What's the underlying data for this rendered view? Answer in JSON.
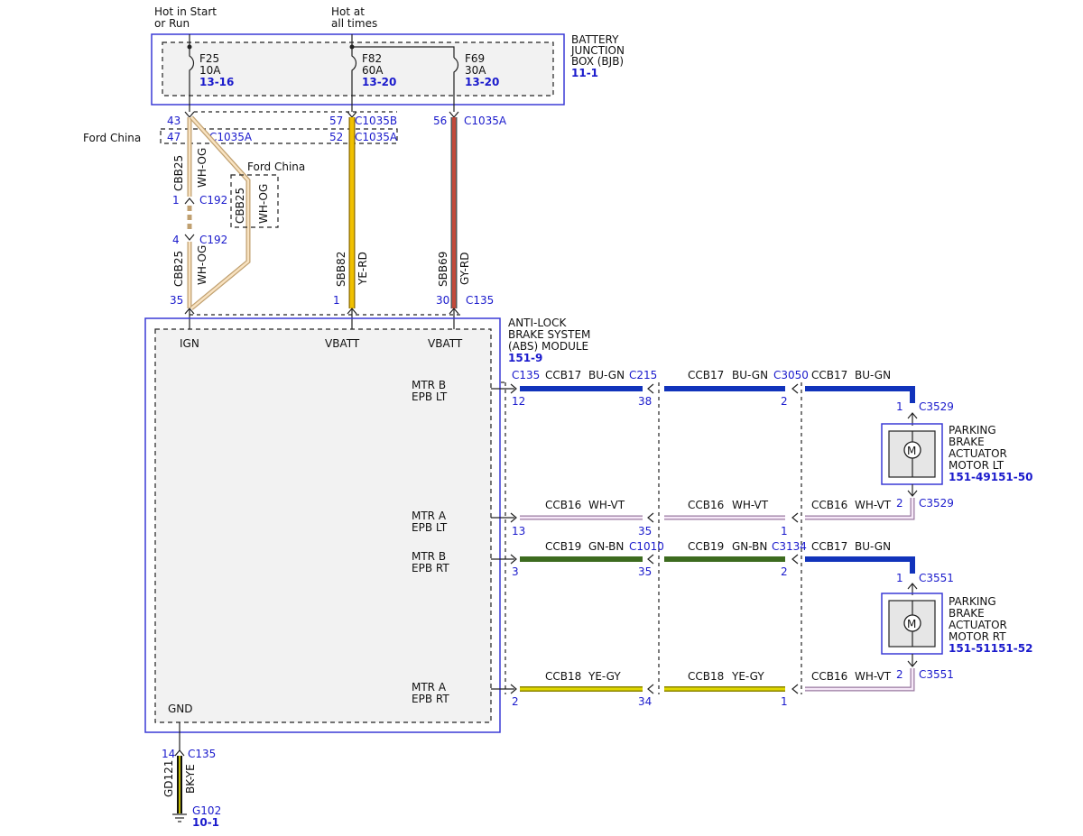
{
  "colors": {
    "blue": "#1a1acc",
    "BU-GN": "#1133bb",
    "WH-VT": "#e8c8ee",
    "GN-BN": "#3d6b1f",
    "YE-GY": "#d8d000",
    "YE-RD": "#f0c000",
    "GY-RD": "#b44a3a",
    "WH-OG": "#f0c890",
    "BK-YE": "#222222"
  },
  "sources": {
    "hot_start_run": [
      "Hot in Start",
      "or Run"
    ],
    "hot_all_times": [
      "Hot at",
      "all times"
    ]
  },
  "bjb": {
    "title": [
      "BATTERY",
      "JUNCTION",
      "BOX (BJB)"
    ],
    "ref": "11-1",
    "fuses": [
      {
        "name": "F25",
        "amps": "10A",
        "ref": "13-16"
      },
      {
        "name": "F82",
        "amps": "60A",
        "ref": "13-20"
      },
      {
        "name": "F69",
        "amps": "30A",
        "ref": "13-20"
      }
    ]
  },
  "ford_china": [
    "Ford China",
    "Ford China"
  ],
  "connectors": {
    "c1035a": "C1035A",
    "c1035b": "C1035B",
    "c192": "C192",
    "c135": "C135",
    "c215": "C215",
    "c3050": "C3050",
    "c1010": "C1010",
    "c3134": "C3134",
    "c3529": "C3529",
    "c3551": "C3551"
  },
  "pins": {
    "ign_43": "43",
    "ign_47": "47",
    "ign_1": "1",
    "ign_4": "4",
    "ign_35": "35",
    "vb_57": "57",
    "vb_52": "52",
    "vb_1": "1",
    "gy_56": "56",
    "gy_30": "30",
    "gnd_14": "14"
  },
  "wires": {
    "cbb25": "CBB25",
    "wh_og": "WH-OG",
    "sbb82": "SBB82",
    "ye_rd": "YE-RD",
    "sbb69": "SBB69",
    "gy_rd": "GY-RD",
    "gd121": "GD121",
    "bk_ye": "BK-YE"
  },
  "abs": {
    "title": [
      "ANTI-LOCK",
      "BRAKE SYSTEM",
      "(ABS) MODULE"
    ],
    "ref": "151-9",
    "ign": "IGN",
    "vbatt1": "VBATT",
    "vbatt2": "VBATT",
    "gnd": "GND"
  },
  "rows": [
    {
      "pin_label": [
        "MTR B",
        "EPB LT"
      ],
      "seg1": {
        "circuit": "CCB17",
        "color": "BU-GN"
      },
      "seg2": {
        "circuit": "CCB17",
        "color": "BU-GN"
      },
      "seg3": {
        "circuit": "CCB17",
        "color": "BU-GN"
      },
      "p1": "12",
      "p2": "38",
      "p3": "2",
      "p4": "1"
    },
    {
      "pin_label": [
        "MTR A",
        "EPB LT"
      ],
      "seg1": {
        "circuit": "CCB16",
        "color": "WH-VT"
      },
      "seg2": {
        "circuit": "CCB16",
        "color": "WH-VT"
      },
      "seg3": {
        "circuit": "CCB16",
        "color": "WH-VT"
      },
      "p1": "13",
      "p2": "35",
      "p3": "1",
      "p4": "2"
    },
    {
      "pin_label": [
        "MTR B",
        "EPB RT"
      ],
      "seg1": {
        "circuit": "CCB19",
        "color": "GN-BN"
      },
      "seg2": {
        "circuit": "CCB19",
        "color": "GN-BN"
      },
      "seg3": {
        "circuit": "CCB17",
        "color": "BU-GN"
      },
      "p1": "3",
      "p2": "35",
      "p3": "2",
      "p4": "1"
    },
    {
      "pin_label": [
        "MTR A",
        "EPB RT"
      ],
      "seg1": {
        "circuit": "CCB18",
        "color": "YE-GY"
      },
      "seg2": {
        "circuit": "CCB18",
        "color": "YE-GY"
      },
      "seg3": {
        "circuit": "CCB16",
        "color": "WH-VT"
      },
      "p1": "2",
      "p2": "34",
      "p3": "1",
      "p4": "2"
    }
  ],
  "motors": [
    {
      "title": [
        "PARKING",
        "BRAKE",
        "ACTUATOR",
        "MOTOR LT"
      ],
      "ref": "151-49151-50",
      "symbol": "M"
    },
    {
      "title": [
        "PARKING",
        "BRAKE",
        "ACTUATOR",
        "MOTOR RT"
      ],
      "ref": "151-51151-52",
      "symbol": "M"
    }
  ],
  "ground": {
    "name": "G102",
    "ref": "10-1"
  }
}
